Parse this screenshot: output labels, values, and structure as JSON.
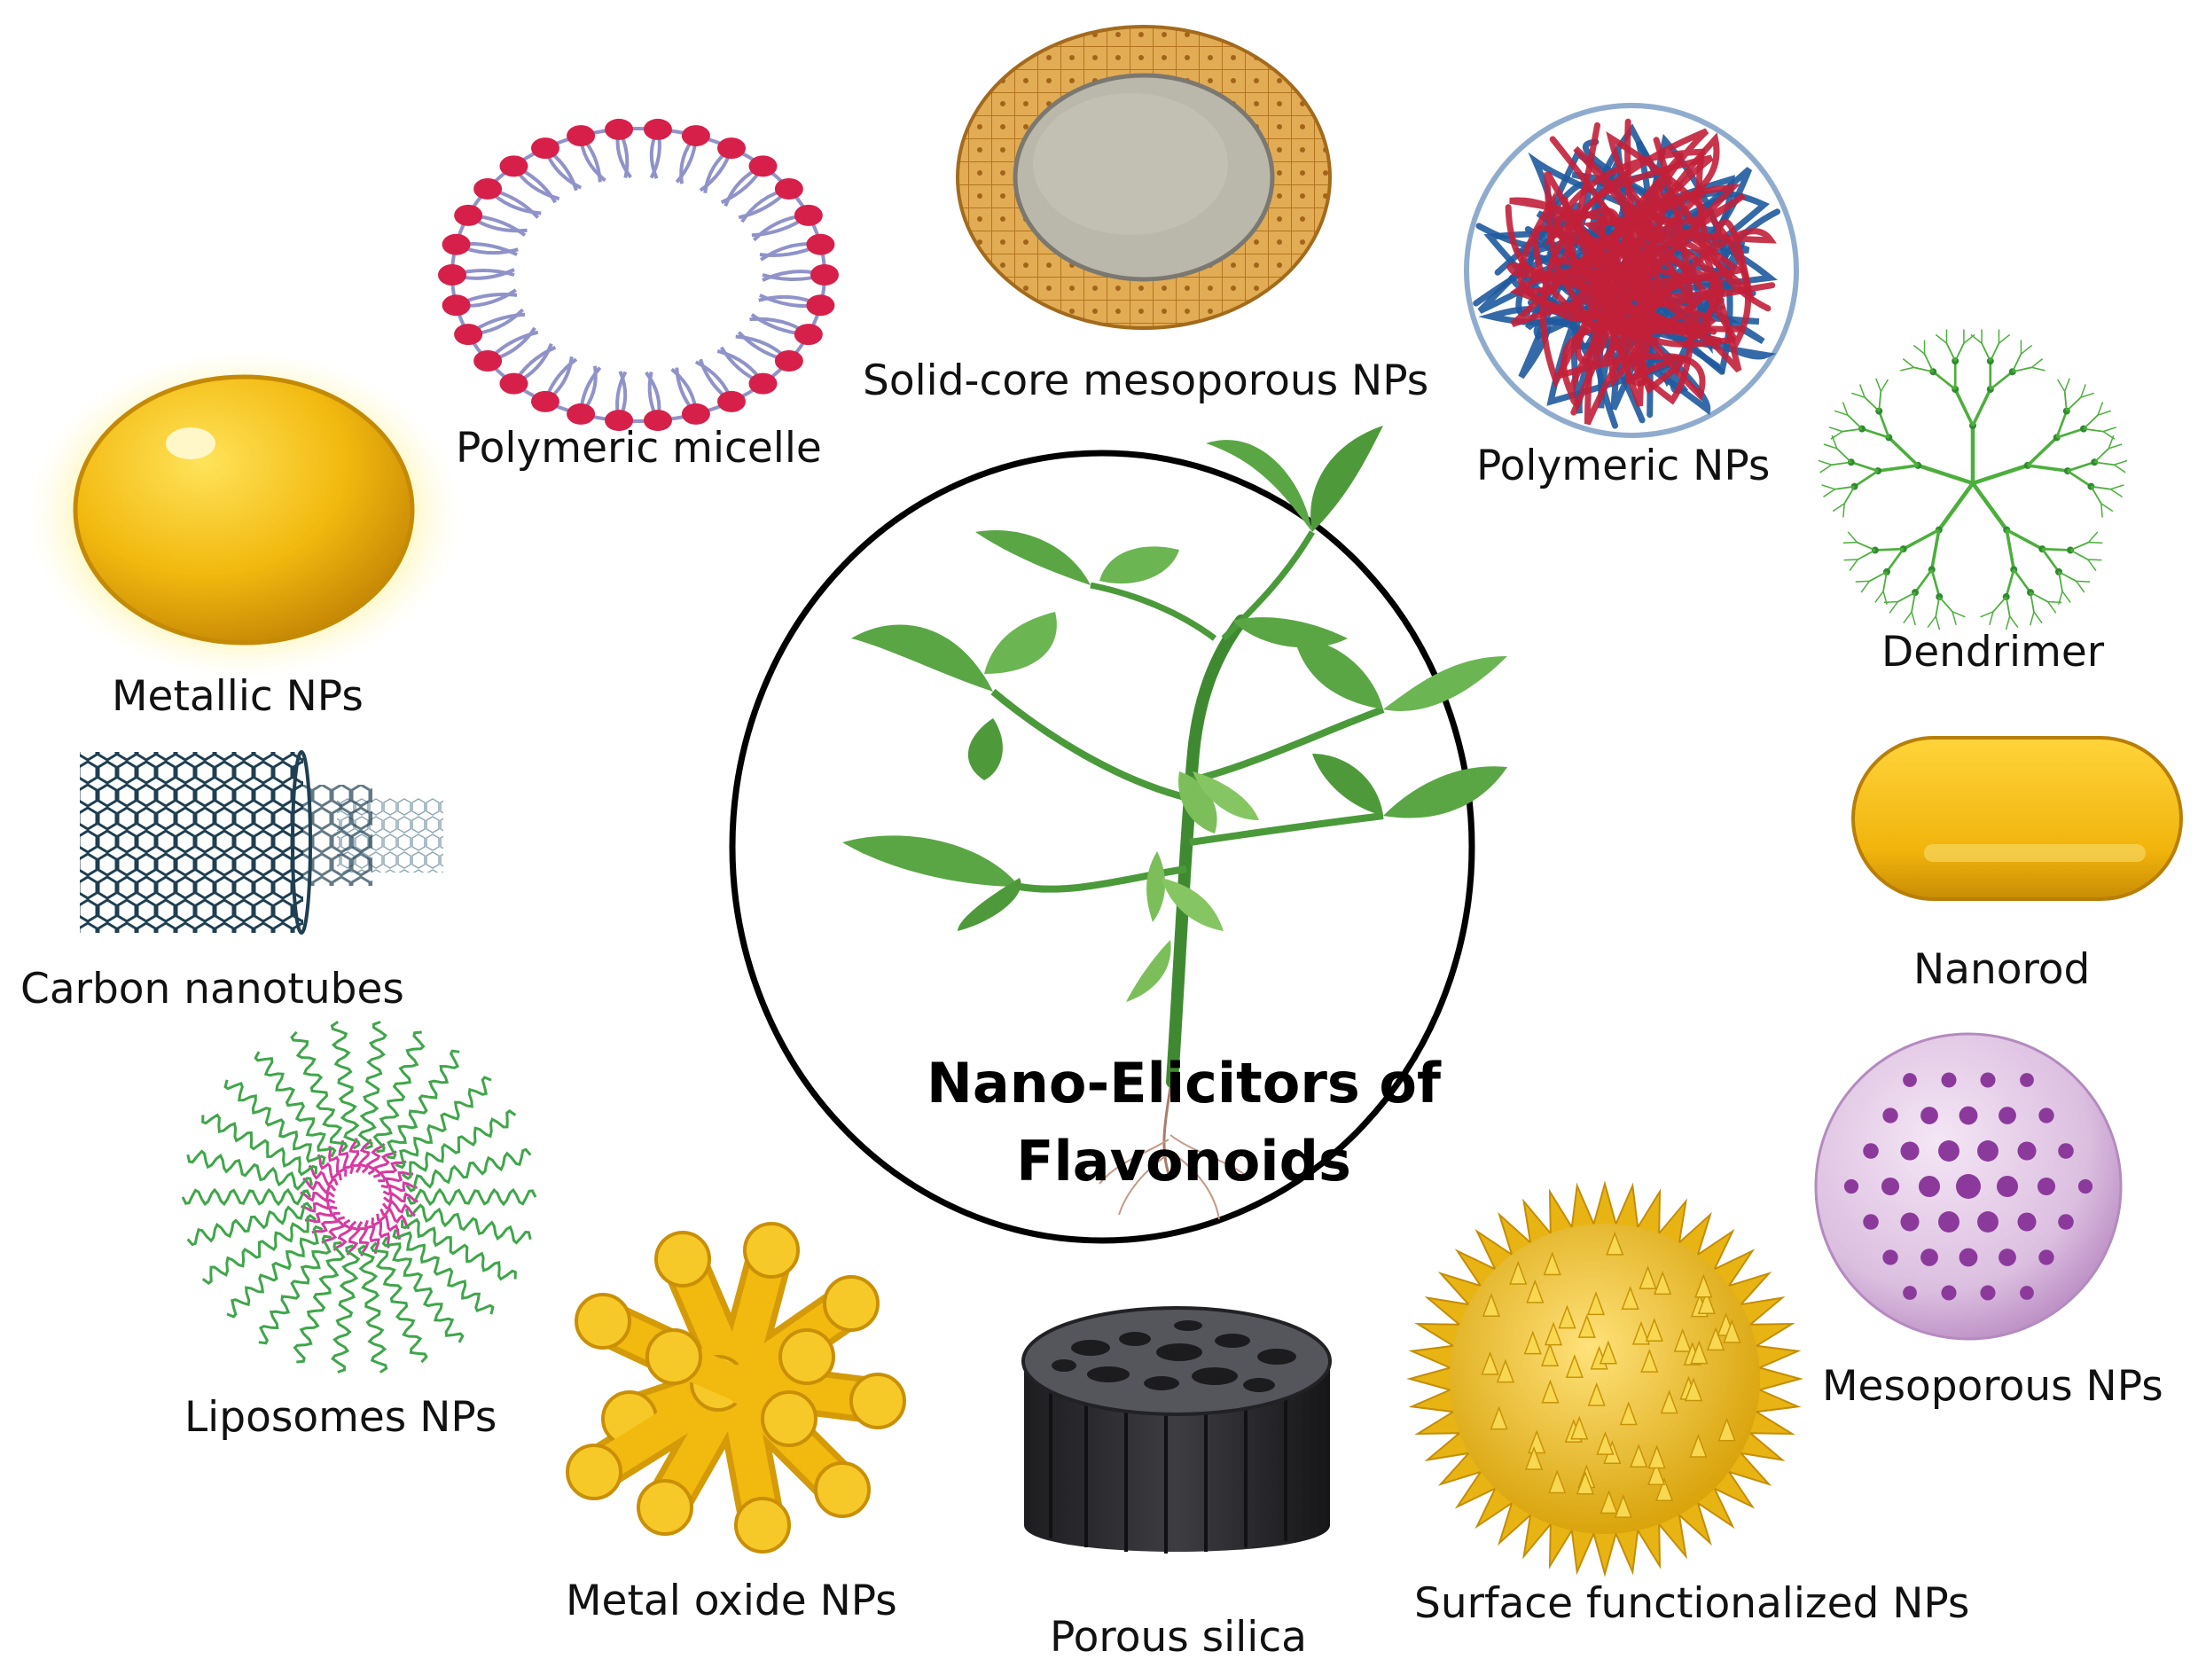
{
  "center": {
    "line1": "Nano-Elicitors of",
    "line2": "Flavonoids"
  },
  "labels": {
    "polymeric_micelle": "Polymeric micelle",
    "solid_core": "Solid-core mesoporous NPs",
    "polymeric_nps": "Polymeric NPs",
    "dendrimer": "Dendrimer",
    "metallic_nps": "Metallic NPs",
    "carbon_nanotubes": "Carbon nanotubes",
    "nanorod": "Nanorod",
    "liposomes_nps": "Liposomes NPs",
    "mesoporous_nps": "Mesoporous NPs",
    "metal_oxide_nps": "Metal oxide NPs",
    "porous_silica": "Porous silica",
    "surface_functionalized_nps": "Surface functionalized NPs"
  },
  "colors": {
    "micelle_head": "#d6204a",
    "micelle_tail": "#8f93c9",
    "solid_core_shell": "#d9a04a",
    "solid_core_core": "#b9b8ab",
    "polymer_blue": "#1f5a9e",
    "polymer_red": "#c2203a",
    "dendrimer_green": "#4caf3c",
    "gold": "#f2b90f",
    "nanotube_dark": "#1f3f52",
    "liposome_green": "#3fa64a",
    "liposome_pink": "#d63aa3",
    "mesoporous_purple": "#8b3a9c",
    "porous_silica_black": "#2b2b2f",
    "leaf_green": "#4e9a3a",
    "circle_stroke": "#000000"
  },
  "icons": [
    "polymeric-micelle-icon",
    "solid-core-np-icon",
    "polymeric-np-icon",
    "dendrimer-icon",
    "metallic-np-icon",
    "carbon-nanotube-icon",
    "nanorod-icon",
    "liposome-icon",
    "mesoporous-np-icon",
    "metal-oxide-np-icon",
    "porous-silica-icon",
    "surface-functionalized-np-icon",
    "plant-icon"
  ]
}
